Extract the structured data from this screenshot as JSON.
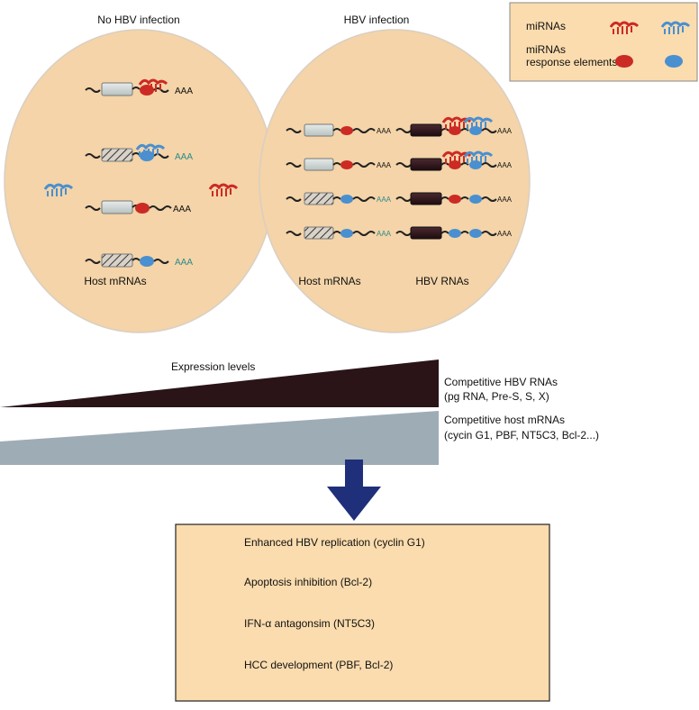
{
  "panels": {
    "no_infection_title": "No HBV infection",
    "infection_title": "HBV infection",
    "host_mrnas_label_left": "Host mRNAs",
    "host_mrnas_label_right": "Host mRNAs",
    "hbv_rnas_label": "HBV RNAs"
  },
  "legend": {
    "mirnas_label": "miRNAs",
    "mre_label_line1": "miRNAs",
    "mre_label_line2": "response elements"
  },
  "transcripts": {
    "polya": "AAA"
  },
  "expression": {
    "title": "Expression levels",
    "hbv_line1": "Competitive HBV RNAs",
    "hbv_line2": "(pg RNA, Pre-S, S, X)",
    "host_line1": "Competitive host mRNAs",
    "host_line2": "(cycin G1, PBF, NT5C3, Bcl-2...)"
  },
  "outcomes": [
    "Enhanced HBV replication (cyclin G1)",
    "Apoptosis inhibition (Bcl-2)",
    "IFN-α antagonsim (NT5C3)",
    "HCC development (PBF, Bcl-2)"
  ],
  "colors": {
    "cell_fill": "#f4d4a8",
    "box_fill": "#fbdcae",
    "red_mirna": "#cc2a24",
    "blue_mirna": "#4a8fd0",
    "dark_wedge": "#2a1418",
    "grey_wedge": "#9eacb6",
    "arrow": "#1f2f7a"
  }
}
